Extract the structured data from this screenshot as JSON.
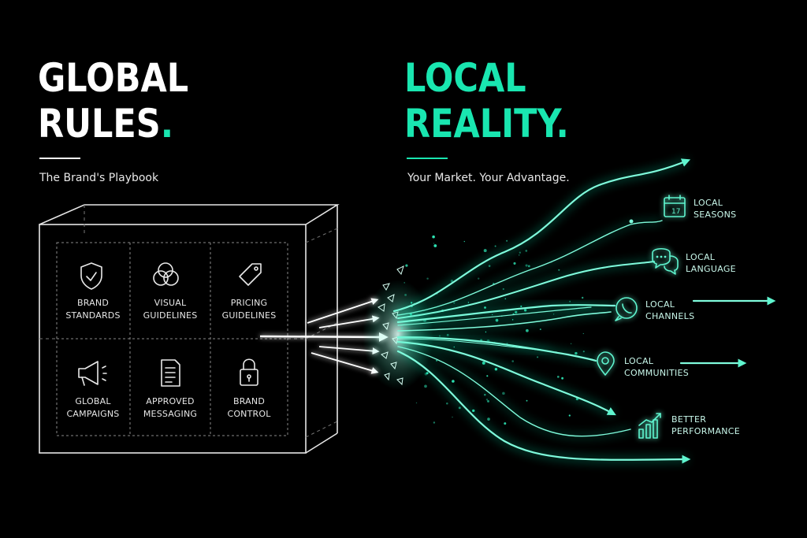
{
  "left": {
    "headline_line1": "GLOBAL",
    "headline_line2": "RULES",
    "headline_dot": ".",
    "subtitle": "The Brand's Playbook"
  },
  "right": {
    "headline_line1": "LOCAL",
    "headline_line2": "REALITY",
    "headline_dot": ".",
    "subtitle": "Your Market. Your Advantage."
  },
  "playbook_cells": [
    {
      "icon": "shield-check-icon",
      "line1": "BRAND",
      "line2": "STANDARDS"
    },
    {
      "icon": "venn-circles-icon",
      "line1": "VISUAL",
      "line2": "GUIDELINES"
    },
    {
      "icon": "price-tag-icon",
      "line1": "PRICING",
      "line2": "GUIDELINES"
    },
    {
      "icon": "megaphone-icon",
      "line1": "GLOBAL",
      "line2": "CAMPAIGNS"
    },
    {
      "icon": "document-icon",
      "line1": "APPROVED",
      "line2": "MESSAGING"
    },
    {
      "icon": "padlock-icon",
      "line1": "BRAND",
      "line2": "CONTROL"
    }
  ],
  "local_outcomes": [
    {
      "icon": "calendar-icon",
      "line1": "LOCAL",
      "line2": "SEASONS"
    },
    {
      "icon": "chat-bubbles-icon",
      "line1": "LOCAL",
      "line2": "LANGUAGE"
    },
    {
      "icon": "whatsapp-icon",
      "line1": "LOCAL",
      "line2": "CHANNELS"
    },
    {
      "icon": "map-pin-icon",
      "line1": "LOCAL",
      "line2": "COMMUNITIES"
    },
    {
      "icon": "bar-chart-icon",
      "line1": "BETTER",
      "line2": "PERFORMANCE"
    }
  ],
  "colors": {
    "accent": "#19e6b0",
    "background": "#000000",
    "text": "#ffffff"
  }
}
